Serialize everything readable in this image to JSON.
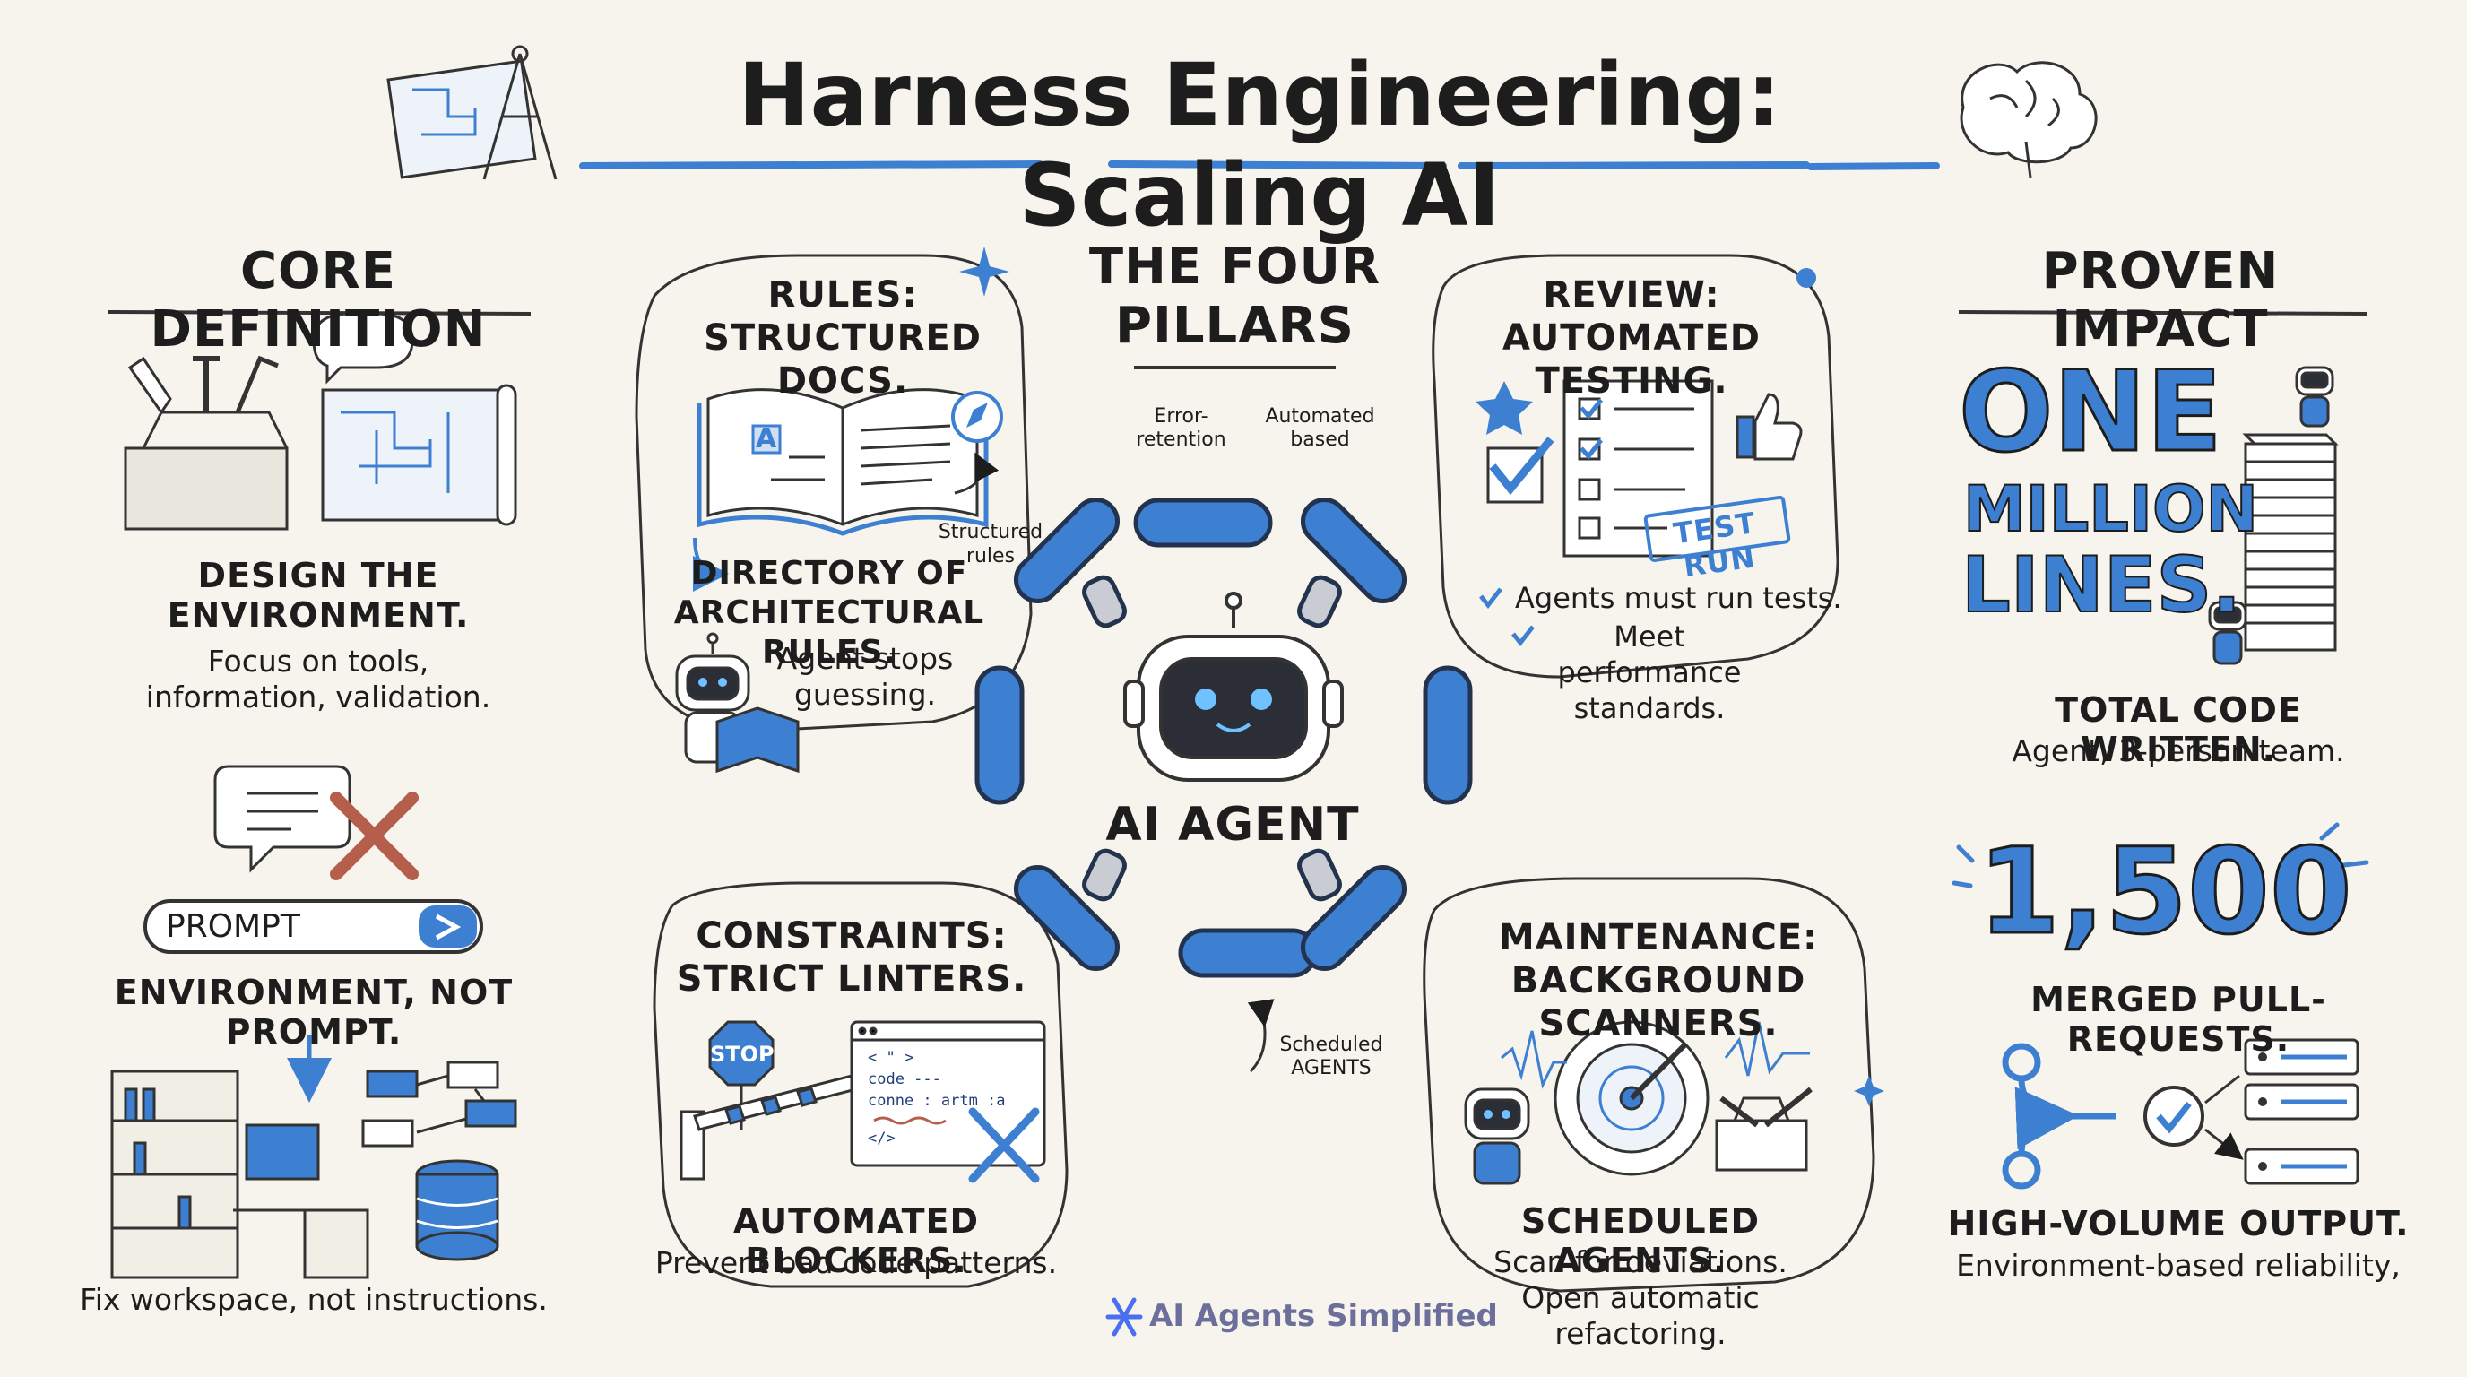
{
  "title": "Harness Engineering: Scaling AI",
  "core_definition": {
    "heading": "CORE DEFINITION",
    "design_title_line1": "DESIGN THE",
    "design_title_line2": "ENVIRONMENT.",
    "design_desc_line1": "Focus on tools,",
    "design_desc_line2": "information, validation.",
    "prompt_box_text": "PROMPT",
    "env_title": "ENVIRONMENT, NOT PROMPT.",
    "env_desc": "Fix workspace, not instructions."
  },
  "pillars": {
    "heading_line1": "THE FOUR",
    "heading_line2": "PILLARS",
    "center_label": "AI AGENT",
    "note_error_line1": "Error-",
    "note_error_line2": "retention",
    "note_auto_line1": "Automated",
    "note_auto_line2": "based",
    "note_sched_line1": "Scheduled",
    "note_sched_line2": "AGENTS",
    "rules": {
      "title_line1": "RULES:",
      "title_line2": "STRUCTURED DOCS.",
      "book_letter": "A",
      "note_line1": "Structured",
      "note_line2": "rules",
      "body_line1": "DIRECTORY OF",
      "body_line2": "ARCHITECTURAL RULES.",
      "desc_line1": "Agent stops",
      "desc_line2": "guessing."
    },
    "review": {
      "title_line1": "REVIEW:",
      "title_line2": "AUTOMATED TESTING.",
      "stamp": "TEST RUN",
      "item1": "Agents must run tests.",
      "item2_line1": "Meet performance",
      "item2_line2": "standards."
    },
    "constraints": {
      "title_line1": "CONSTRAINTS:",
      "title_line2": "STRICT LINTERS.",
      "stop_sign": "STOP",
      "code_line1": "< \" >",
      "code_line2": "code ---",
      "code_line3": "conne : artm :a",
      "code_line4": "</>",
      "body": "AUTOMATED BLOCKERS.",
      "desc": "Prevent bad code patterns."
    },
    "maintenance": {
      "title_line1": "MAINTENANCE:",
      "title_line2": "BACKGROUND SCANNERS.",
      "body": "SCHEDULED AGENTS.",
      "desc_line1": "Scan for deviations.",
      "desc_line2": "Open automatic refactoring."
    }
  },
  "impact": {
    "heading": "PROVEN IMPACT",
    "big1": "ONE",
    "big2": "MILLION",
    "big3": "LINES.",
    "lines_title": "TOTAL CODE WRITTEN.",
    "lines_desc": "Agent, 3-person team.",
    "pr_count": "1,500",
    "pr_title": "MERGED PULL-REQUESTS.",
    "output_title": "HIGH-VOLUME OUTPUT.",
    "output_desc": "Environment-based reliability,"
  },
  "watermark": "AI Agents Simplified",
  "colors": {
    "accent": "#3d7fd0",
    "ink": "#1d1d1d",
    "paper": "#f7f4ed",
    "red_x": "#b65e4c"
  }
}
